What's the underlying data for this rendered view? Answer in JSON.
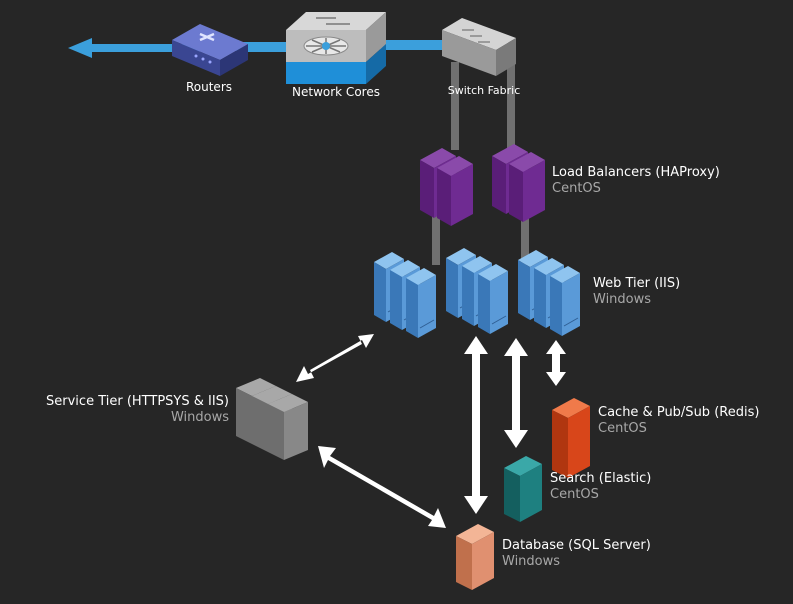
{
  "nodes": {
    "routers": {
      "label": "Routers"
    },
    "network_cores": {
      "label": "Network Cores"
    },
    "switch_fabric": {
      "label": "Switch Fabric"
    },
    "load_balancers": {
      "title": "Load Balancers (HAProxy)",
      "subtitle": "CentOS"
    },
    "web_tier": {
      "title": "Web Tier (IIS)",
      "subtitle": "Windows"
    },
    "service_tier": {
      "title": "Service Tier (HTTPSYS & IIS)",
      "subtitle": "Windows"
    },
    "cache": {
      "title": "Cache & Pub/Sub (Redis)",
      "subtitle": "CentOS"
    },
    "search": {
      "title": "Search (Elastic)",
      "subtitle": "CentOS"
    },
    "database": {
      "title": "Database (SQL Server)",
      "subtitle": "Windows"
    }
  },
  "colors": {
    "background": "#262626",
    "link_blue": "#3b9fdc",
    "router": "#4a58a8",
    "load_balancer": "#6a2a8a",
    "web_tier": "#4f8fd0",
    "service_tier": "#8a8a8a",
    "cache": "#d8461a",
    "search": "#1e8080",
    "database": "#e09070",
    "connector": "#6e6e6e"
  },
  "icons": [
    "routers-icon",
    "network-core-icon",
    "switch-fabric-icon",
    "server-icon"
  ]
}
